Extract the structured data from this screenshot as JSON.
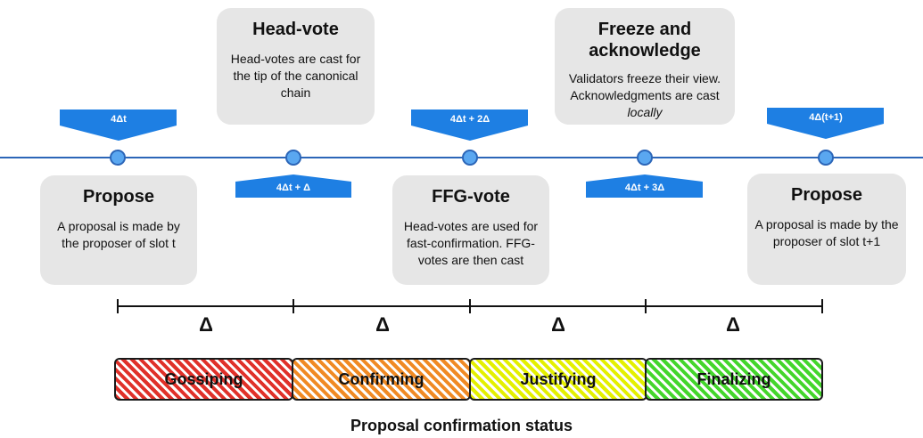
{
  "slot_labels": {
    "t0": "4Δt",
    "t1": "4Δt + Δ",
    "t2": "4Δt + 2Δ",
    "t3": "4Δt + 3Δ",
    "t4": "4Δ(t+1)"
  },
  "boxes": {
    "propose_1": {
      "title": "Propose",
      "text": "A proposal is made by the proposer of slot t"
    },
    "head_vote": {
      "title": "Head-vote",
      "text": "Head-votes are cast for the tip of the canonical chain"
    },
    "ffg_vote": {
      "title": "FFG-vote",
      "text": "Head-votes are used for fast-confirmation. FFG-votes are then cast"
    },
    "freeze": {
      "title": "Freeze and acknowledge",
      "text_before": "Validators freeze their view. Acknowledgments are cast ",
      "text_italic": "locally"
    },
    "propose_2": {
      "title": "Propose",
      "text": "A proposal is made by the proposer of slot t+1"
    }
  },
  "interval_label": "Δ",
  "phases": [
    {
      "label": "Gossiping",
      "color": "#e0312a"
    },
    {
      "label": "Confirming",
      "color": "#f08a24"
    },
    {
      "label": "Justifying",
      "color": "#e4f000"
    },
    {
      "label": "Finalizing",
      "color": "#44d62c"
    }
  ],
  "footer": "Proposal confirmation status",
  "colors": {
    "timeline": "#2c66b8",
    "tag": "#1e7fe3",
    "node_fill": "#5aa7f0",
    "box": "#e6e6e6"
  }
}
